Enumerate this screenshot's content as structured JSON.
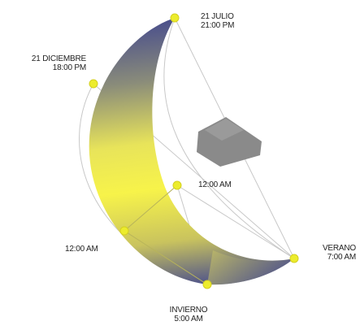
{
  "labels": {
    "jul21": {
      "date": "21 JULIO",
      "time": "21:00 PM"
    },
    "dec21": {
      "date": "21 DICIEMBRE",
      "time": "18:00 PM"
    },
    "noon_upper": "12:00 AM",
    "noon_lower": "12:00 AM",
    "verano": {
      "season": "VERANO",
      "time": "7:00 AM"
    },
    "invierno": {
      "season": "INVIERNO",
      "time": "5:00 AM"
    }
  },
  "colors": {
    "sun_yellow": "#f7f34a",
    "night_blue": "#4a4f8c",
    "marker": "#ecec2c",
    "building": "#8a8a8a",
    "orbit_line": "#c8c8c8"
  },
  "icons": {
    "sun_marker": "yellow-dot",
    "building": "gray-block"
  }
}
